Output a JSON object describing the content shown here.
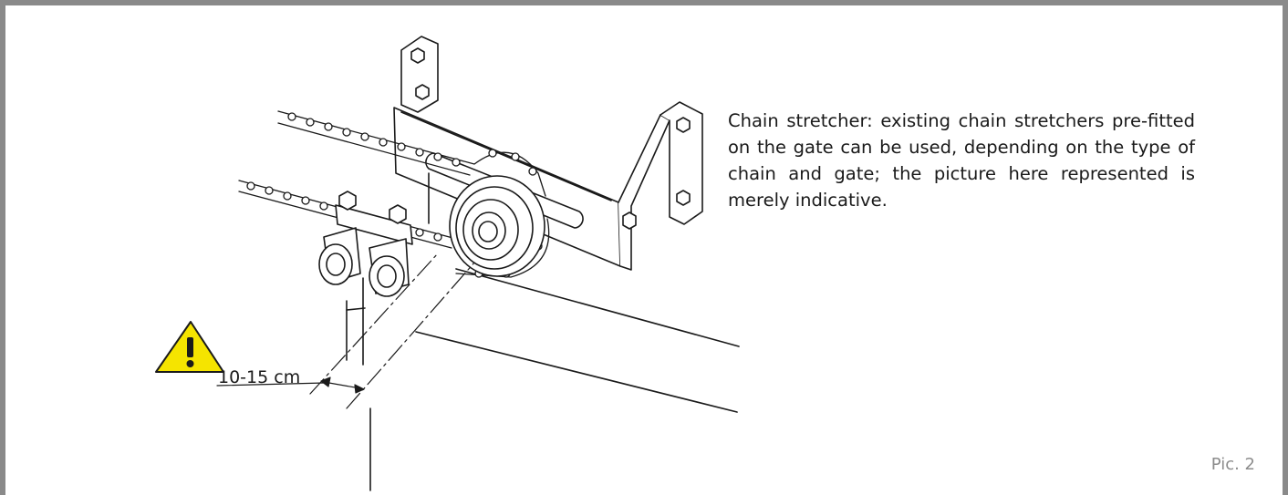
{
  "figure": {
    "description": "Chain stretcher: existing chain stretchers pre-fitted on the gate can be used, depending on the type of chain and gate; the picture here represented is merely indicative.",
    "measurement_label": "10-15 cm",
    "figure_label": "Pic. 2",
    "warning_icon": "warning-triangle-icon",
    "colors": {
      "frame": "#8a8a8a",
      "warning_fill": "#f5e400",
      "line": "#1a1a1a",
      "label_gray": "#8c8c8c"
    }
  }
}
